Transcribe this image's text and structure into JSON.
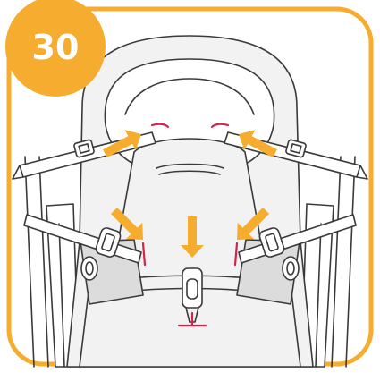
{
  "step": {
    "number": "30"
  },
  "colors": {
    "accent": "#f6ad2f",
    "arrow": "#f6ad2f",
    "slot_highlight": "#d6224a",
    "line": "#3a3a3a",
    "pad": "#f2f2f2"
  },
  "icons": {
    "arrows": [
      "arrow-upper-left",
      "arrow-upper-right",
      "arrow-mid-left",
      "arrow-center",
      "arrow-mid-right"
    ],
    "items": [
      "seat-back",
      "headrest",
      "shoulder-strap-left",
      "shoulder-strap-right",
      "waist-belt-left",
      "waist-belt-right",
      "crotch-buckle"
    ]
  }
}
